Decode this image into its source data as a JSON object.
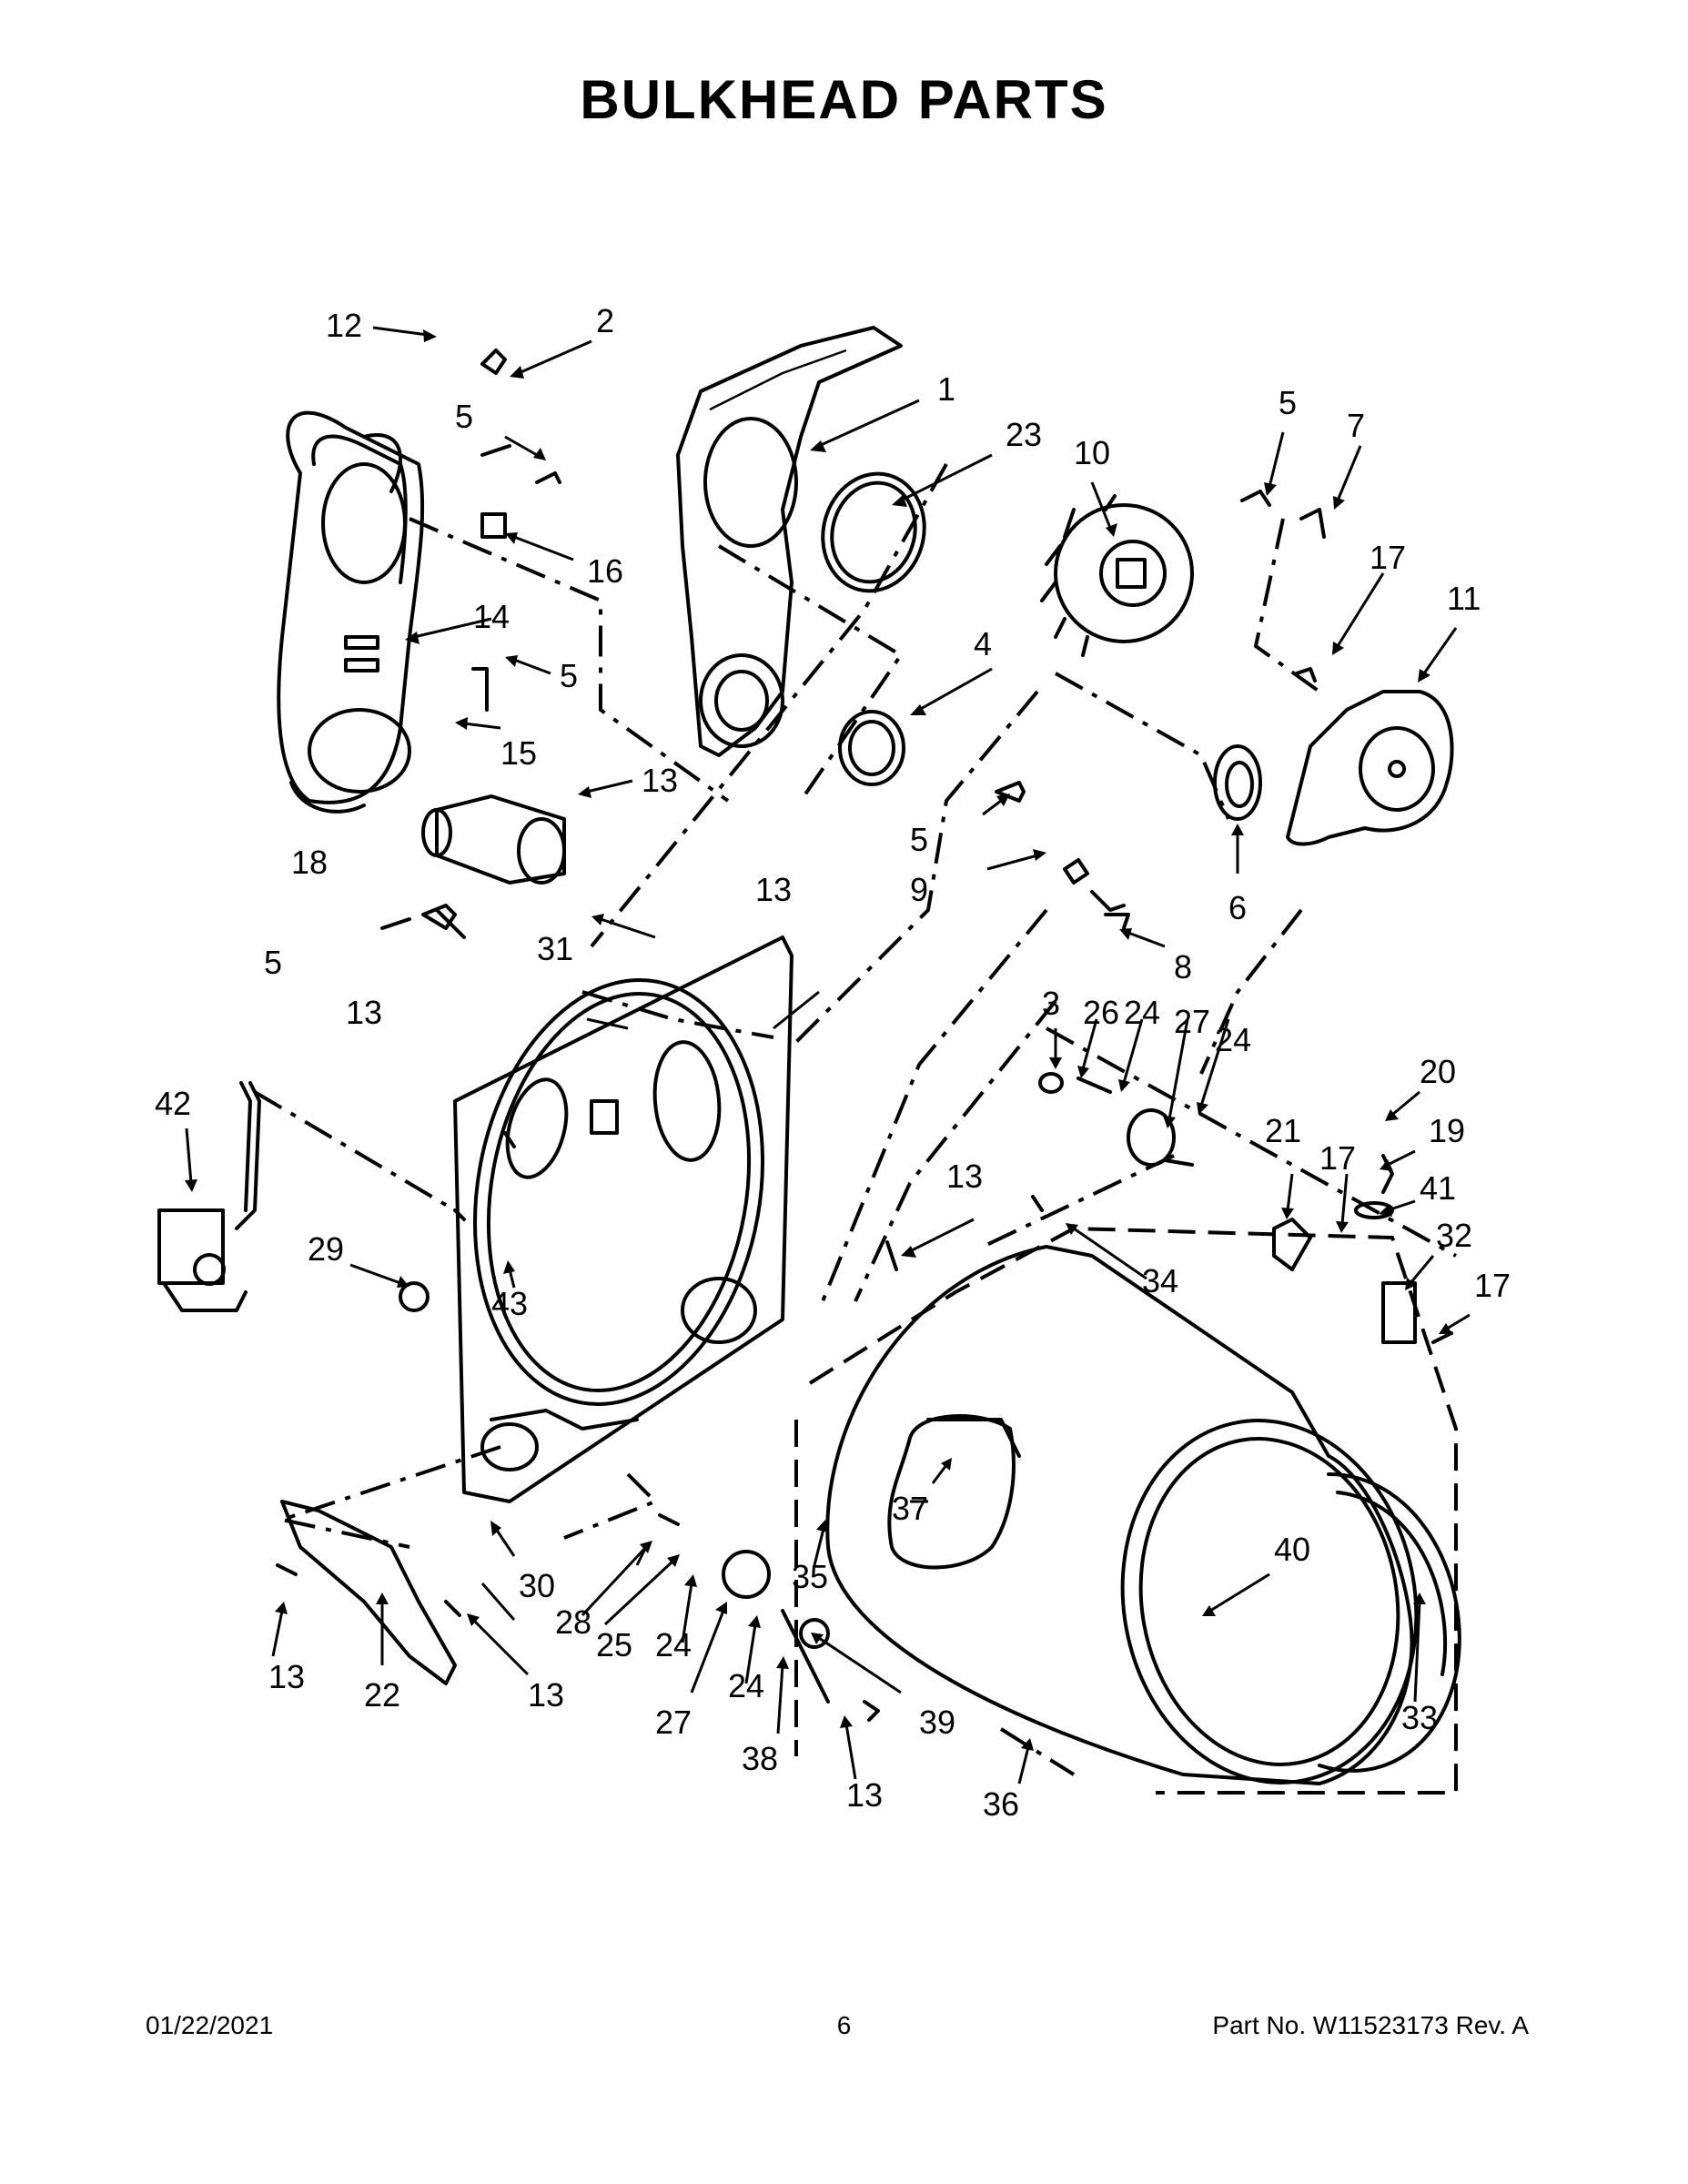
{
  "title": "BULKHEAD PARTS",
  "footer": {
    "date": "01/22/2021",
    "page": "6",
    "part_number": "Part No.  W11523173  Rev.  A"
  },
  "callouts": [
    "1",
    "2",
    "3",
    "4",
    "5",
    "6",
    "7",
    "8",
    "9",
    "10",
    "11",
    "12",
    "13",
    "14",
    "15",
    "16",
    "17",
    "18",
    "19",
    "20",
    "21",
    "22",
    "23",
    "24",
    "25",
    "26",
    "27",
    "28",
    "29",
    "30",
    "31",
    "32",
    "33",
    "34",
    "35",
    "36",
    "37",
    "38",
    "39",
    "40",
    "41",
    "42",
    "43"
  ]
}
